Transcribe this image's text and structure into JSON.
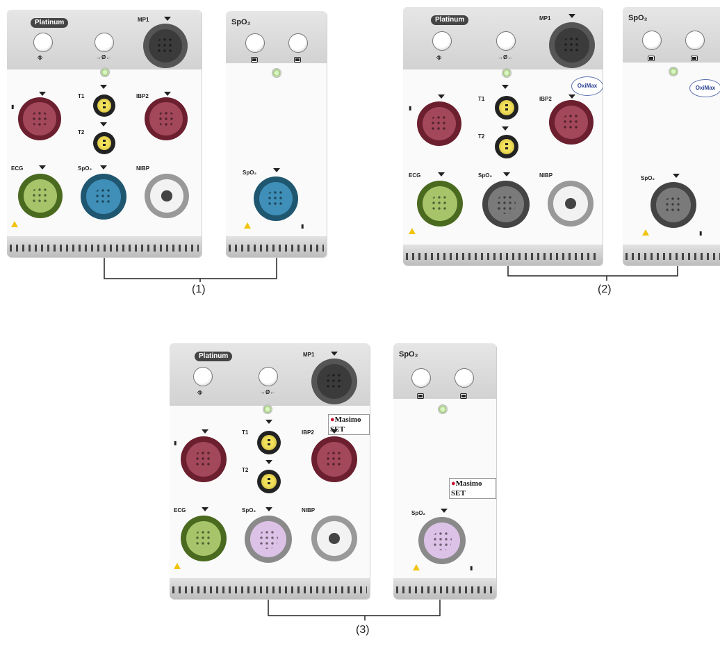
{
  "labels": {
    "platinum": "Platinum",
    "mp1": "MP1",
    "spo2_title": "SpO₂",
    "t1": "T1",
    "t2": "T2",
    "ibp2": "IBP2",
    "ecg": "ECG",
    "spo2": "SpO₂",
    "nibp": "NIBP",
    "zero": "→Ø←",
    "oximax": "OxiMax",
    "masimo": "Masimo SET"
  },
  "captions": {
    "c1": "(1)",
    "c2": "(2)",
    "c3": "(3)"
  },
  "colors": {
    "ibp": "#8a2a3e",
    "ecg": "#8fb046",
    "spo2_1": "#2e7fa6",
    "spo2_2": "#6c6c6c",
    "spo2_3": "#d9b9e0",
    "nibp": "#dcdcdc",
    "mp1": "#4a4a4a"
  }
}
